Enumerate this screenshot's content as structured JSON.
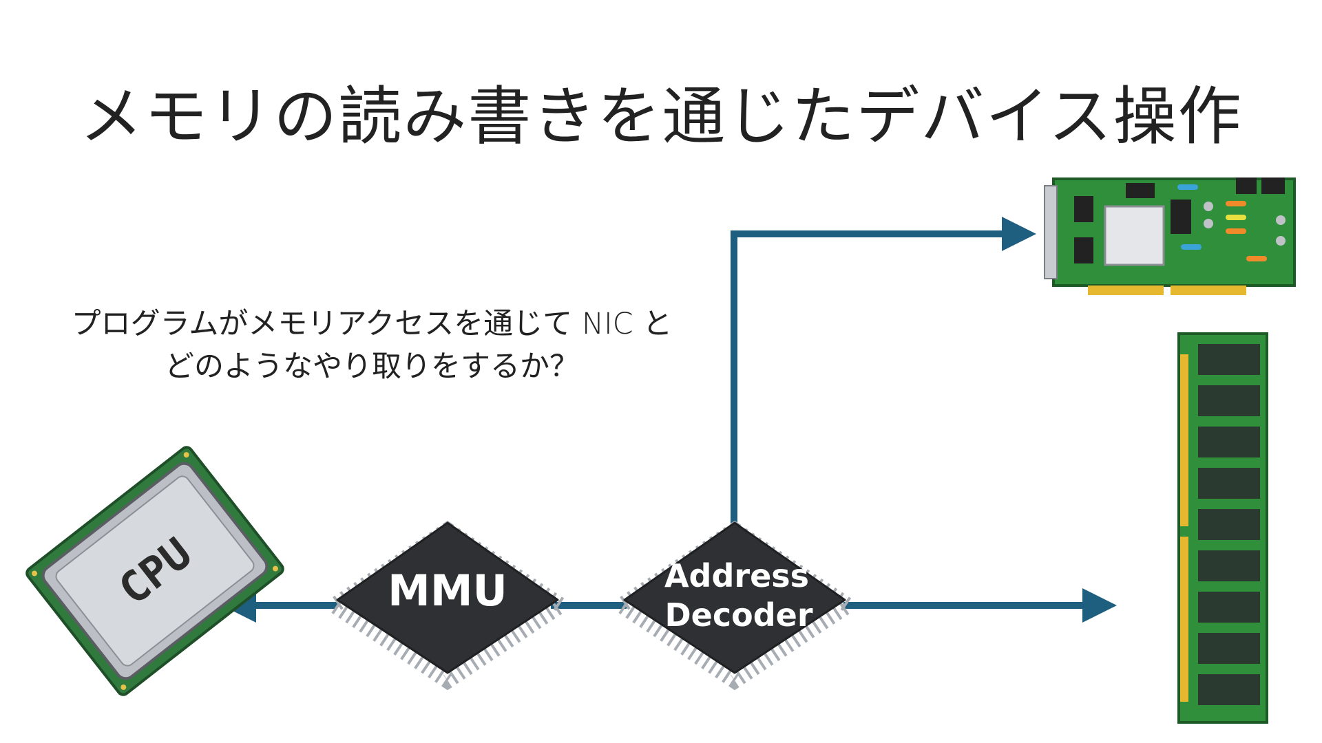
{
  "title": "メモリの読み書きを通じたデバイス操作",
  "question": {
    "line1": "プログラムがメモリアクセスを通じて NIC と",
    "line2": "どのようなやり取りをするか？"
  },
  "nodes": {
    "cpu": {
      "label": "CPU"
    },
    "mmu": {
      "label": "MMU"
    },
    "decoder": {
      "line1": "Address",
      "line2": "Decoder"
    }
  },
  "colors": {
    "arrow": "#1e5f80",
    "chip": "#2e3033",
    "pcb": "#2f8f3a",
    "ram_chip": "#2b3a30",
    "gold": "#e6b830"
  }
}
